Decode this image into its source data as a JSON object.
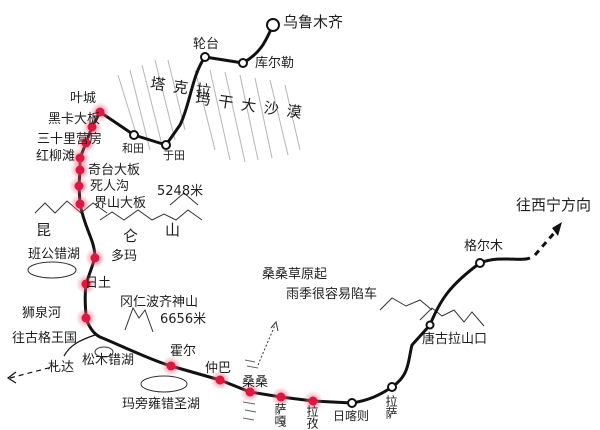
{
  "colors": {
    "route": "#111111",
    "stop_red": "#e0163c",
    "glow": "#ff6b86",
    "hatch": "#b5b5b5"
  },
  "places": {
    "urumqi": "乌鲁木齐",
    "korla": "库尔勒",
    "luntai": "轮台",
    "desert_a": "塔克拉",
    "desert_b": "玛干大沙漠",
    "yecheng": "叶城",
    "hotan": "和田",
    "yutian": "于田",
    "heika": "黑卡大板",
    "sanshili": "三十里营房",
    "hongliutan": "红柳滩",
    "qitai": "奇台大板",
    "sirengou": "死人沟",
    "jieshan": "界山大板",
    "jieshan_alt": "5248米",
    "kunlun_1": "昆",
    "kunlun_2": "仑",
    "kunlun_3": "山",
    "bangong": "班公错湖",
    "duoma": "多玛",
    "ritu": "日土",
    "shiquanhe": "狮泉河",
    "guge": "往古格王国",
    "zada": "札达",
    "kailash": "冈仁波齐神山",
    "kailash_alt": "6656米",
    "songmu": "松木错湖",
    "manasarovar": "玛旁雍错圣湖",
    "huoer": "霍尔",
    "zhongba": "仲巴",
    "sangsang": "桑桑",
    "saga": "萨嘎",
    "lazi": "拉孜",
    "rikaze": "日喀则",
    "lasa": "拉萨",
    "tanggula": "唐古拉山口",
    "geermu": "格尔木",
    "xining": "往西宁方向",
    "note_1": "桑桑草原起",
    "note_2": "雨季很容易陷车"
  }
}
